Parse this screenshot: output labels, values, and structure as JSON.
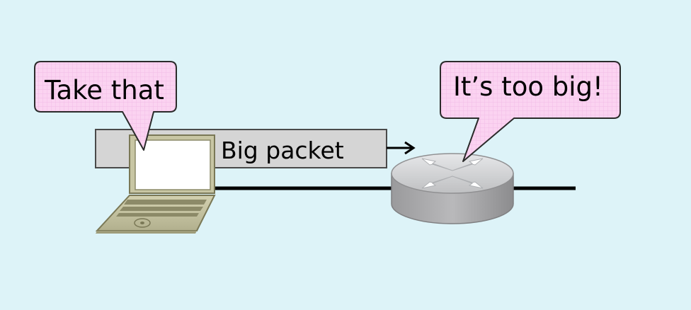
{
  "colors": {
    "background": "#ddf3f8",
    "callout_fill": "#fbd3f1",
    "callout_stroke": "#2b2b2b",
    "packet_fill": "#d5d5d5",
    "packet_stroke": "#4a4a4a",
    "wire": "#000000",
    "laptop_body": "#c8c6a4",
    "laptop_edge": "#7a7856",
    "router_body": "#a9a9ab",
    "router_top": "#d2d3d5"
  },
  "icons": {
    "laptop": "laptop-icon",
    "router": "router-icon",
    "arrow": "arrow-right-icon"
  },
  "callouts": {
    "sender": "Take that",
    "router": "It’s too big!"
  },
  "packet": {
    "label": "Big packet"
  }
}
